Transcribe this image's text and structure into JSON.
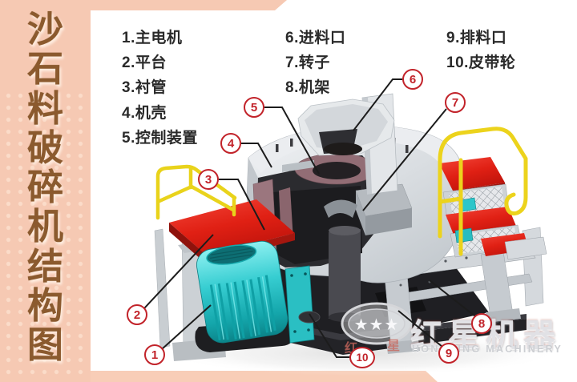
{
  "sidebar": {
    "title": "沙石料破碎机结构图",
    "chars": [
      "沙",
      "石",
      "料",
      "破",
      "碎",
      "机",
      "结",
      "构",
      "图"
    ]
  },
  "legend": {
    "items": [
      "1.主电机",
      "2.平台",
      "3.衬管",
      "4.机壳",
      "5.控制装置",
      "6.进料口",
      "7.转子",
      "8.机架",
      "9.排料口",
      "10.皮带轮"
    ]
  },
  "callouts": {
    "labels": [
      "1",
      "2",
      "3",
      "4",
      "5",
      "6",
      "7",
      "8",
      "9",
      "10"
    ]
  },
  "watermark": {
    "stars": "★★★",
    "cn_left": "红",
    "cn_right": "星",
    "brand_cn": "红星机器",
    "brand_en": "HONGXING MACHINERY"
  },
  "colors": {
    "panel_pink": "#f6c9b3",
    "title_brown": "#8b5a2e",
    "legend_text": "#2a2a2a",
    "callout_red": "#c2232a",
    "machine_red": "#e8241c",
    "motor_teal": "#2fc8cc",
    "railing_yellow": "#ecd31c",
    "liner_mauve": "#9b767e",
    "casing_gray": "#d7dbdf"
  }
}
